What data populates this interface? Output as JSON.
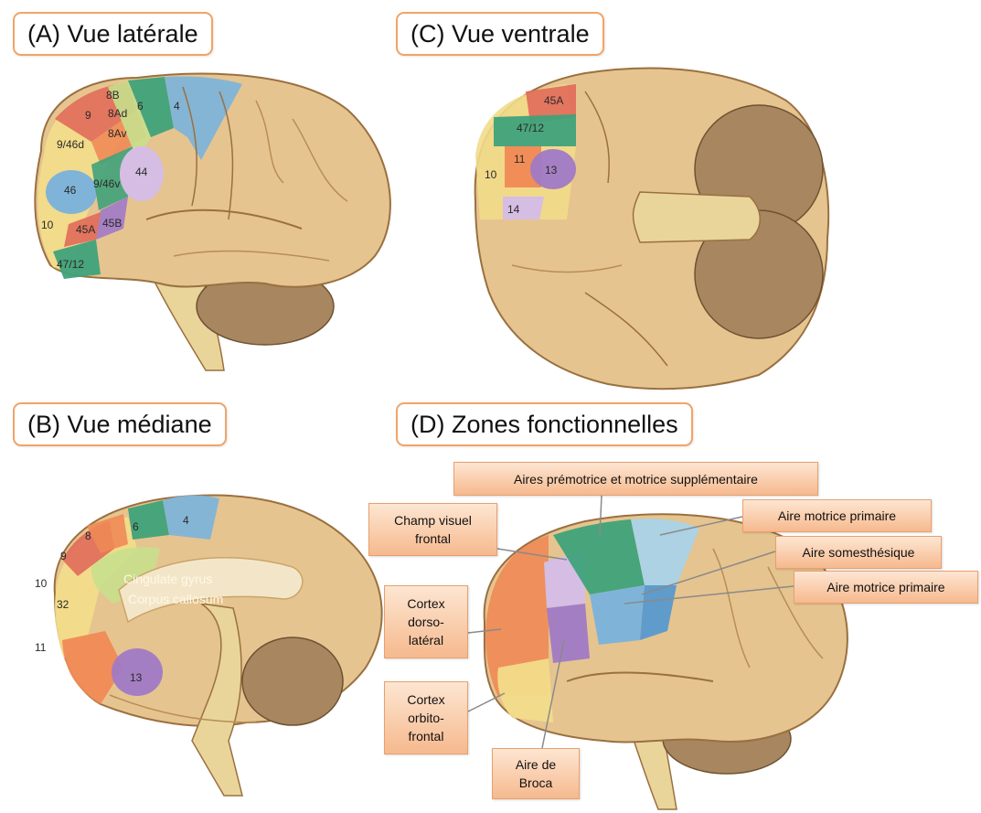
{
  "panels": {
    "a": {
      "title": "(A) Vue latérale",
      "areas": [
        "9",
        "8B",
        "8Ad",
        "8Av",
        "6",
        "4",
        "9/46d",
        "46",
        "9/46v",
        "44",
        "10",
        "45A",
        "45B",
        "47/12"
      ]
    },
    "b": {
      "title": "(B) Vue médiane",
      "areas": [
        "6",
        "4",
        "8",
        "9",
        "10",
        "32",
        "11",
        "13"
      ],
      "structures": [
        "Cingulate gyrus",
        "Corpus callosum"
      ]
    },
    "c": {
      "title": "(C) Vue ventrale",
      "areas": [
        "45A",
        "47/12",
        "11",
        "13",
        "10",
        "14"
      ]
    },
    "d": {
      "title": "(D) Zones fonctionnelles",
      "callouts": {
        "premotor": "Aires prémotrice et motrice supplémentaire",
        "fef": "Champ visuel\nfrontal",
        "motor1": "Aire motrice primaire",
        "somato": "Aire somesthésique",
        "motor2": "Aire motrice primaire",
        "dlpfc": "Cortex\ndorso-\nlatéral",
        "ofc": "Cortex\norbito-\nfrontal",
        "broca": "Aire de\nBroca"
      }
    }
  },
  "colors": {
    "brain": "#e6c48f",
    "brain_dark": "#b98d55",
    "brain_line": "#9a7040",
    "red": "#e06a5a",
    "orange": "#f08a55",
    "yellow": "#f2dc8a",
    "green": "#3fa27a",
    "lightgreen": "#c8df8c",
    "blue": "#7fb4d8",
    "lightblue": "#a9d3e8",
    "purple": "#a07ac6",
    "lightpurple": "#d5bde3",
    "stem": "#e9d59a",
    "cerebellum": "#a88660"
  }
}
